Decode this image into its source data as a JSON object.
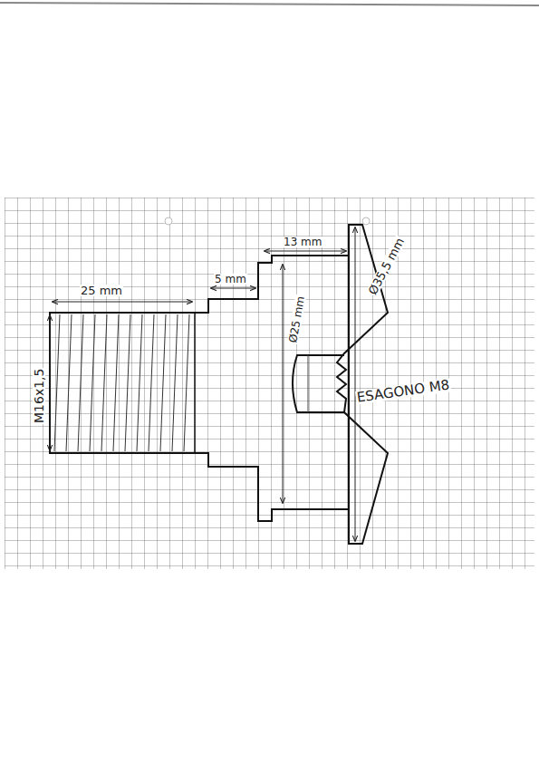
{
  "diagram": {
    "labels": [
      "25 mm",
      "5 mm",
      "13 mm",
      "Ø25 mm",
      "Ø35,5 mm",
      "M16x1,5",
      "ESAGONO M8"
    ]
  }
}
